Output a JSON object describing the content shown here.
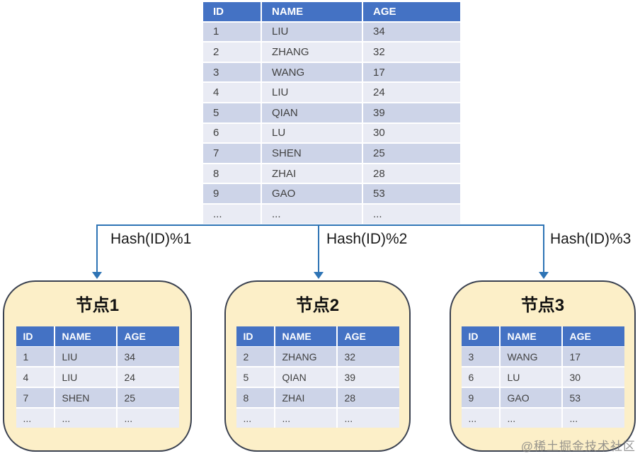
{
  "main_table": {
    "headers": [
      "ID",
      "NAME",
      "AGE"
    ],
    "rows": [
      [
        "1",
        "LIU",
        "34"
      ],
      [
        "2",
        "ZHANG",
        "32"
      ],
      [
        "3",
        "WANG",
        "17"
      ],
      [
        "4",
        "LIU",
        "24"
      ],
      [
        "5",
        "QIAN",
        "39"
      ],
      [
        "6",
        "LU",
        "30"
      ],
      [
        "7",
        "SHEN",
        "25"
      ],
      [
        "8",
        "ZHAI",
        "28"
      ],
      [
        "9",
        "GAO",
        "53"
      ],
      [
        "...",
        "...",
        "..."
      ]
    ]
  },
  "arrows": {
    "labels": [
      "Hash(ID)%1",
      "Hash(ID)%2",
      "Hash(ID)%3"
    ]
  },
  "nodes": [
    {
      "title": "节点1",
      "table": {
        "headers": [
          "ID",
          "NAME",
          "AGE"
        ],
        "rows": [
          [
            "1",
            "LIU",
            "34"
          ],
          [
            "4",
            "LIU",
            "24"
          ],
          [
            "7",
            "SHEN",
            "25"
          ],
          [
            "...",
            "...",
            "..."
          ]
        ]
      }
    },
    {
      "title": "节点2",
      "table": {
        "headers": [
          "ID",
          "NAME",
          "AGE"
        ],
        "rows": [
          [
            "2",
            "ZHANG",
            "32"
          ],
          [
            "5",
            "QIAN",
            "39"
          ],
          [
            "8",
            "ZHAI",
            "28"
          ],
          [
            "...",
            "...",
            "..."
          ]
        ]
      }
    },
    {
      "title": "节点3",
      "table": {
        "headers": [
          "ID",
          "NAME",
          "AGE"
        ],
        "rows": [
          [
            "3",
            "WANG",
            "17"
          ],
          [
            "6",
            "LU",
            "30"
          ],
          [
            "9",
            "GAO",
            "53"
          ],
          [
            "...",
            "...",
            "..."
          ]
        ]
      }
    }
  ],
  "watermark": "@稀土掘金技术社区",
  "colors": {
    "header_blue": "#4472C4",
    "row_dark": "#CDD4E8",
    "row_light": "#E9EBF4",
    "node_fill": "#FCEFC8",
    "node_border": "#3A4150",
    "arrow_blue": "#2E74B5"
  }
}
